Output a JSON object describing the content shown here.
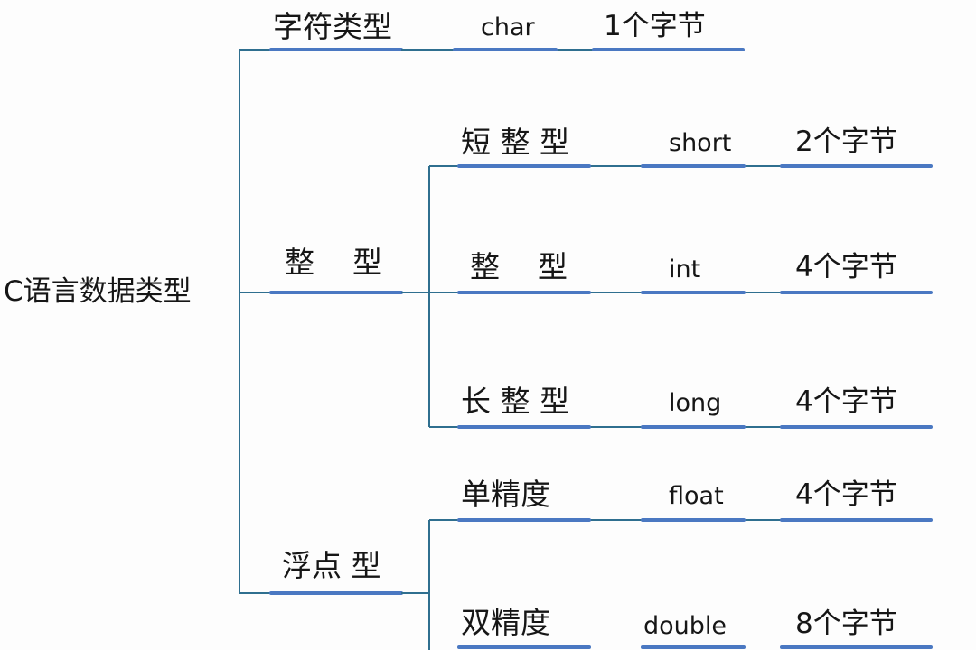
{
  "diagram": {
    "root": "C语言数据类型",
    "colors": {
      "line": "#2f6f8f",
      "underline": "#4a78c2",
      "text": "#161616"
    },
    "branches": [
      {
        "label": "字符类型",
        "leaves": [
          {
            "name": "",
            "keyword": "char",
            "size": "1个字节"
          }
        ]
      },
      {
        "label": "整    型",
        "leaves": [
          {
            "name": "短 整 型",
            "keyword": "short",
            "size": "2个字节"
          },
          {
            "name": "整    型",
            "keyword": "int",
            "size": "4个字节"
          },
          {
            "name": "长 整 型",
            "keyword": "long",
            "size": "4个字节"
          }
        ]
      },
      {
        "label": "浮点 型",
        "leaves": [
          {
            "name": "单精度",
            "keyword": "float",
            "size": "4个字节"
          },
          {
            "name": "双精度",
            "keyword": "double",
            "size": "8个字节"
          }
        ]
      }
    ]
  }
}
